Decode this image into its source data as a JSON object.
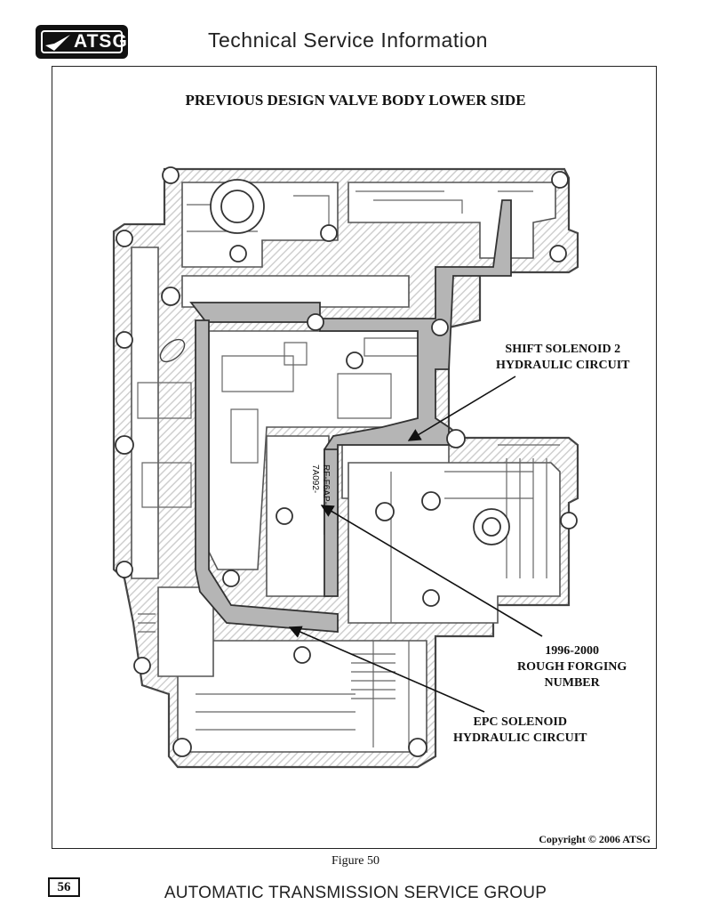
{
  "header": {
    "logo_text": "ATSG",
    "title": "Technical Service Information"
  },
  "figure": {
    "title": "PREVIOUS DESIGN VALVE BODY LOWER SIDE",
    "forging_number": "RF-F6AP-\n7A092-",
    "callouts": {
      "shift_solenoid_2": "SHIFT SOLENOID 2\nHYDRAULIC CIRCUIT",
      "rough_forging": "1996-2000\nROUGH FORGING\nNUMBER",
      "epc_solenoid": "EPC SOLENOID\nHYDRAULIC CIRCUIT"
    },
    "copyright": "Copyright © 2006 ATSG",
    "caption": "Figure 50"
  },
  "footer": {
    "page_number": "56",
    "text": "AUTOMATIC TRANSMISSION SERVICE GROUP"
  }
}
